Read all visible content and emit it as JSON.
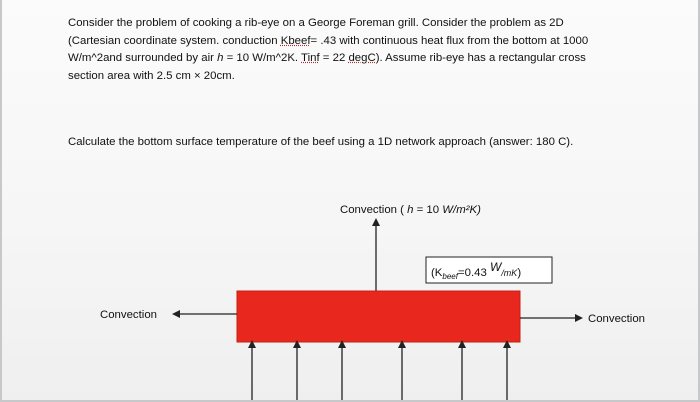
{
  "problem": {
    "line1": "Consider the problem of cooking a rib-eye on a George Foreman grill. Consider the problem as 2D",
    "line2_a": "(Cartesian coordinate system. conduction ",
    "line2_kbeef": "Kbeef",
    "line2_b": "= .43 with continuous heat flux from the bottom at 1000",
    "line3_a": "W/m^2and surrounded by air ",
    "line3_h": "h",
    "line3_b": " = 10 W/m^2K. ",
    "line3_tinf": "Tinf",
    "line3_c": " = 22 ",
    "line3_degc": "degC",
    "line3_d": "). Assume rib-eye has a rectangular cross",
    "line4": "section area with 2.5 cm × 20cm."
  },
  "question": "Calculate the bottom surface temperature of the beef using a 1D network approach (answer: 180 C).",
  "diagram": {
    "top_label_prefix": "Convection ( ",
    "top_label_h": "h",
    "top_label_eq": " = 10 ",
    "top_label_units": "W/m²K)",
    "beef_k": "(K",
    "beef_k_sub": "beef",
    "beef_val": "=0.43 ",
    "beef_unit_num": "W",
    "beef_unit_den": "/mK",
    "beef_close": ")",
    "left_label": "Convection",
    "right_label": "Convection",
    "beef_color": "#e8281e",
    "arrow_color": "#222222"
  }
}
